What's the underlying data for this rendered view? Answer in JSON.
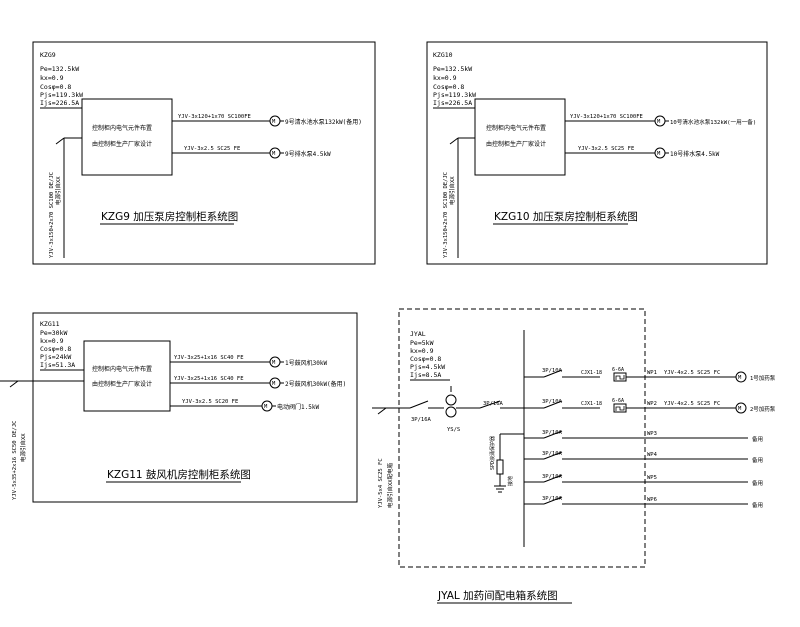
{
  "panel_kzg9": {
    "name": "KZG9",
    "params": [
      "Pe=132.5kW",
      "kx=0.9",
      "Cosφ=0.8",
      "Pjs=119.3kW",
      "Ijs=226.5A"
    ],
    "box_line1": "控制柜内电气元件布置",
    "box_line2": "由控制柜生产厂家设计",
    "feeder1_cable": "YJV-3x120+1x70 SC100FE",
    "feeder1_desc": "9号清水池水泵132kW(备用)",
    "feeder2_cable": "YJV-3x2.5 SC25 FE",
    "feeder2_desc": "9号排水泵4.5kW",
    "incoming_cable": "YJV-3x150+2x70 SC100 DE/JC",
    "incoming_note": "电源引自XX",
    "title": "KZG9 加压泵房控制柜系统图"
  },
  "panel_kzg10": {
    "name": "KZG10",
    "params": [
      "Pe=132.5kW",
      "kx=0.9",
      "Cosφ=0.8",
      "Pjs=119.3kW",
      "Ijs=226.5A"
    ],
    "box_line1": "控制柜内电气元件布置",
    "box_line2": "由控制柜生产厂家设计",
    "feeder1_cable": "YJV-3x120+1x70 SC100FE",
    "feeder1_desc": "10号清水池水泵132kW(一用一备)",
    "feeder2_cable": "YJV-3x2.5 SC25 FE",
    "feeder2_desc": "10号排水泵4.5kW",
    "incoming_cable": "YJV-3x150+2x70 SC100 DE/JC",
    "incoming_note": "电源引自XX",
    "title": "KZG10 加压泵房控制柜系统图"
  },
  "panel_kzg11": {
    "name": "KZG11",
    "params": [
      "Pe=30kW",
      "kx=0.9",
      "Cosφ=0.8",
      "Pjs=24kW",
      "Ijs=51.3A"
    ],
    "box_line1": "控制柜内电气元件布置",
    "box_line2": "由控制柜生产厂家设计",
    "feeder1_cable": "YJV-3x25+1x16 SC40 FE",
    "feeder1_desc": "1号鼓风机30kW",
    "feeder2_cable": "YJV-3x25+1x16 SC40 FE",
    "feeder2_desc": "2号鼓风机30kW(备用)",
    "feeder3_cable": "YJV-3x2.5 SC20 FE",
    "feeder3_desc": "电动阀门1.5kW",
    "incoming_cable": "YJV-5x35+2x16 SC50 DE/JC",
    "incoming_note": "电源引自XX",
    "title": "KZG11 鼓风机房控制柜系统图"
  },
  "panel_jyal": {
    "name": "JYAL",
    "params": [
      "Pe=5kW",
      "kx=0.9",
      "Cosφ=0.8",
      "Pjs=4.5kW",
      "Ijs=8.5A"
    ],
    "incoming_breaker": "3P/16A",
    "main_switch": "3P/16A",
    "spd_label": "YS/S",
    "incoming_cable": "YJV-5x4 SC25 FC",
    "incoming_note": "电源引自XX配电箱",
    "spd_device": "SPD浪涌保护器",
    "spd_ground": "接地",
    "circuits": [
      {
        "breaker": "3P/10A",
        "contactor": "CJX1-18",
        "relay": "6-6A",
        "id": "WP1",
        "cable": "YJV-4x2.5 SC25 FC",
        "load": "1号加药泵"
      },
      {
        "breaker": "3P/10A",
        "contactor": "CJX1-18",
        "relay": "6-6A",
        "id": "WP2",
        "cable": "YJV-4x2.5 SC25 FC",
        "load": "2号加药泵"
      },
      {
        "breaker": "3P/10A",
        "id": "WP3",
        "load": "备用"
      },
      {
        "breaker": "3P/10A",
        "id": "WP4",
        "load": "备用"
      },
      {
        "breaker": "3P/10A",
        "id": "WP5",
        "load": "备用"
      },
      {
        "breaker": "3P/10A",
        "id": "WP6",
        "load": "备用"
      }
    ],
    "title": "JYAL 加药间配电箱系统图"
  },
  "motor_symbol": "M"
}
